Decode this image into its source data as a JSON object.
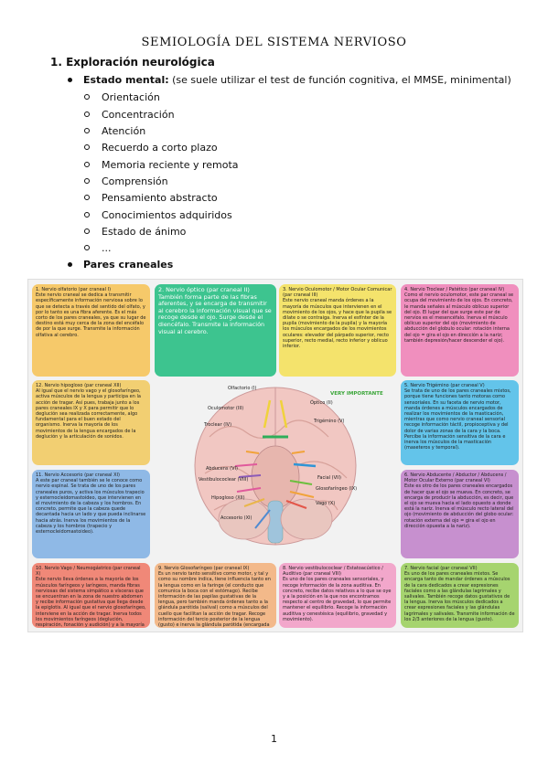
{
  "title": "SEMIOLOGÍA DEL SISTEMA NERVIOSO",
  "section": "1.  Exploración neurológica",
  "mental": {
    "label": "Estado mental:",
    "text": " (se suele utilizar el test de función cognitiva, el MMSE, minimental)"
  },
  "mental_items": [
    "Orientación",
    "Concentración",
    "Atención",
    "Recuerdo a corto plazo",
    "Memoria reciente y remota",
    "Comprensión",
    "Pensamiento abstracto",
    "Conocimientos adquiridos",
    "Estado de ánimo",
    "..."
  ],
  "cranial": "Pares craneales",
  "figure": {
    "very_important": "VERY IMPORTANTE",
    "brain_labels": [
      "Olfactorio (I)",
      "Oculomotor (III)",
      "Troclear (IV)",
      "Abducens (VI)",
      "Vestibulococlear (VIII)",
      "Hipogloso (XII)",
      "Accesorio (XI)",
      "Óptico (II)",
      "Trigémino (V)",
      "Facial (VII)",
      "Glosofaríngeo (IX)",
      "Vago (X)"
    ],
    "cards": [
      {
        "title": "1. Nervio olfatorio (par craneal I)",
        "body": "Este nervio craneal se dedica a transmitir específicamente información nerviosa sobre lo que se detecta a través del sentido del olfato, y por lo tanto es una fibra aferente. Es el más corto de los pares craneales, ya que su lugar de destino está muy cerca de la zona del encéfalo de por la que surge. Transmite la información olfativa al cerebro."
      },
      {
        "title": "2. Nervio óptico (par craneal II)",
        "body": "También forma parte de las fibras aferentes, y se encarga de transmitir al cerebro la información visual que se recoge desde el ojo. Surge desde el diencéfalo. Transmite la información visual al cerebro."
      },
      {
        "title": "3. Nervio Oculomotor / Motor Ocular Comunicar (par craneal III)",
        "body": "Este nervio craneal manda órdenes a la mayoría de músculos que intervienen en el movimiento de los ojos, y hace que la pupila se dilate o se contraiga. Inerva el esfínter de la pupila (movimiento de la pupila) y la mayoría los músculos encargados de los movimientos oculares: elevador del párpado superior, recto superior, recto medial, recto inferior y oblicuo inferior."
      },
      {
        "title": "4. Nervio Troclear / Patético (par craneal IV)",
        "body": "Como el nervio oculomotor, este par craneal se ocupa del movimiento de los ojos. En concreto, le manda señales al músculo oblicuo superior del ojo. El lugar del que surge este par de nervios es el mesencéfalo. Inerva el músculo oblicuo superior del ojo (movimiento de abducción del globulo ocular: rotación interna del ojo = gira el ojo en dirección a la nariz; también depresión/hacer descender el ojo)."
      },
      {
        "title": "12. Nervio hipogloso (par craneal XII)",
        "body": "Al igual que el nervio vago y el glosofaríngeo, activa músculos de la lengua y participa en la acción de tragar. Así pues, trabaja junto a los pares craneales IX y X para permitir que lo deglución sea realizada correctamente, algo fundamental para el buen estado del organismo. Inerva la mayoría de los movimientos de la lengua encargados de la deglución y la articulación de sonidos."
      },
      {
        "title": "5. Nervio Trigémino (par craneal V)",
        "body": "Se trata de uno de los pares craneales mixtos, porque tiene funciones tanto motoras como sensoriales. En su faceta de nervio motor, manda órdenes a músculos encargados de realizar los movimientos de la masticación, mientras que como nervio craneal sensorial recoge información táctil, propioceptiva y del dolor de varias zonas de la cara y la boca. Percibe la información sensitiva de la cara e inerva los músculos de la masticación (maseteros y temporal)."
      },
      {
        "title": "11. Nervio Accesorio (par craneal XI)",
        "body": "A este par craneal también se le conoce como nervio espinal. Se trata de uno de los pares craneales puros, y activa los músculos trapecio y esternocleidomastoideo, que intervienen en el movimiento de la cabeza y los hombros. En concreto, permite que la cabeza quede decantada hacia un lado y que pueda inclinarse hacia atrás. Inerva los movimientos de la cabeza y los hombros (trapecio y esternocleidomastoideo)."
      },
      {
        "title": "6. Nervio Abducente / Abductor / Abducens / Motor Ocular Externo (par craneal VI)",
        "body": "Este es otro de los pares craneales encargados de hacer que el ojo se mueva. En concreto, se encarga de producir la abducción, es decir, que el ojo se mueva hacia el lado opuesto a donde está la nariz. Inerva el músculo recto lateral del ojo (movimiento de abducción del globo ocular: rotación externa del ojo = gira el ojo en dirección opuesta a la nariz)."
      },
      {
        "title": "10. Nervio Vago / Neumogástrico (par craneal X)",
        "body": "Este nervio lleva órdenes a la mayoría de los músculos faríngeos y laríngeos, manda fibras nerviosas del sistema simpático a vísceras que se encuentran en la zona de nuestro abdomen y recibe información gustativa que llega desde la epiglotis. Al igual que el nervio glosofaríngeo, interviene en la acción de tragar. Inerva todos los movimientos faríngeos (deglución, respiración, fonación y audición) y a la mayoría de laríngeos (a excepción de los que inerva el par VII)."
      },
      {
        "title": "9. Nervio Glosofaríngeo (par craneal IX)",
        "body": "Es un nervio tanto sensitivo como motor, y tal y como su nombre indica, tiene influencia tanto en la lengua como en la faringe (el conducto que comunica la boca con el estómago). Recibe información de las papilas gustativas de la lengua, pero también manda órdenes tanto a la glándula parótida (salival) como a músculos del cuello que facilitan la acción de tragar. Recoge información del tercio posterior de la lengua (gusto) e inerva la glándula parótida (encargada de producir saliva), el músculo estilofaríngeo (movimientos de la faringe; deglución) y el músculo estilogloso (movimiento de la lengua; deglución)."
      },
      {
        "title": "8. Nervio vestibulococlear / Estatoacústico / Auditivo (par craneal VIII)",
        "body": "Es uno de los pares craneales sensoriales, y recoge información de la zona auditiva. En concreto, recibe datos relativos a lo que se oye y a la posición en la que nos encontramos respecto al centro de gravedad, lo que permite mantener el equilibrio. Recoge la información auditiva y cenestésica (equilibrio, gravedad y movimiento)."
      },
      {
        "title": "7. Nervio facial (par craneal VII)",
        "body": "Es uno de los pares craneales mixtos. Se encarga tanto de mandar órdenes a músculos de la cara dedicados a crear expresiones faciales como a las glándulas lagrimales y salivales. También recoge datos gustativos de la lengua. Inerva los músculos dedicados a crear expresiones faciales y las glándulas lagrimales y salivales. Transmite información de los 2/3 anteriores de la lengua (gusto)."
      }
    ]
  },
  "page_number": "1",
  "colors": {
    "c1": "#f6c96a",
    "c2": "#3dc48f",
    "c3": "#f4e36c",
    "c4": "#f08fbe",
    "c12": "#f2cf72",
    "c5": "#63c4ea",
    "c11": "#8fb9e6",
    "c6": "#c790cf",
    "c10": "#f08878",
    "c9": "#f3b98a",
    "c8": "#f2a7cb",
    "c7": "#a6d46f"
  }
}
